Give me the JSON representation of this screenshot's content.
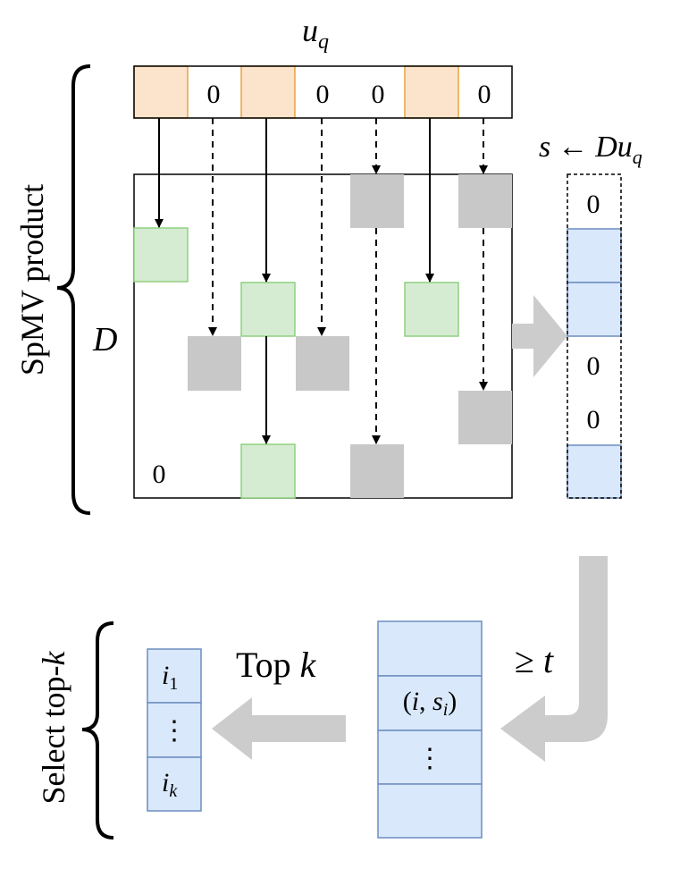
{
  "labels": {
    "uq_base": "u",
    "uq_sub": "q",
    "D": "D",
    "s_assign": "s",
    "arrow_left": "←",
    "Du_base": "Du",
    "Du_sub": "q",
    "spmv": "SpMV product",
    "select": "Select top-",
    "select_k": "k",
    "topk_top": "Top ",
    "topk_k": "k",
    "geq": "≥",
    "t": "t",
    "zero": "0",
    "pair_open": "(",
    "pair_i": "i",
    "pair_comma": ", ",
    "pair_s": "s",
    "pair_s_sub": "i",
    "pair_close": ")",
    "vdots": "⋮",
    "i1_base": "i",
    "i1_sub": "1",
    "ik_base": "i",
    "ik_sub": "k"
  },
  "colors": {
    "orange_fill": "#fce4cc",
    "orange_stroke": "#e8a33d",
    "green_fill": "#d5ecd3",
    "green_stroke": "#8fd17f",
    "gray_fill": "#c8c8c8",
    "blue_fill": "#dae8fc",
    "blue_stroke": "#6c8ebf",
    "arrow_gray": "#cccccc"
  }
}
